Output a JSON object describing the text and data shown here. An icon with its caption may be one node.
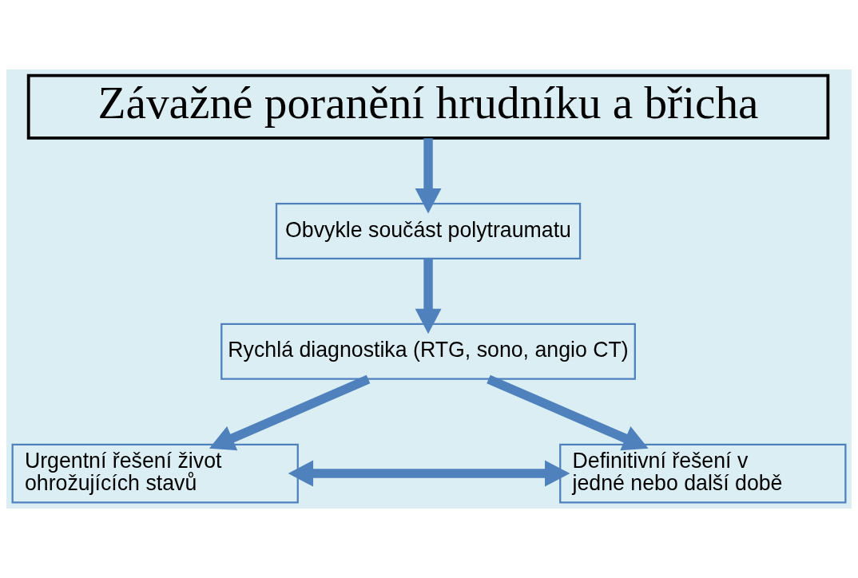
{
  "diagram": {
    "nodes": [
      {
        "text": [
          "Závažné poranění hrudníku a břicha"
        ]
      },
      {
        "text": [
          "Obvykle součást polytraumatu"
        ]
      },
      {
        "text": [
          "Rychlá diagnostika (RTG, sono, angio CT)"
        ]
      },
      {
        "text": [
          "Urgentní řešení život ohrožujících stavů"
        ]
      },
      {
        "text": [
          "Definitivní řešení v jedné nebo další době"
        ]
      }
    ],
    "edges": [
      {
        "from": 0,
        "to": 1,
        "arrow": "to"
      },
      {
        "from": 1,
        "to": 2,
        "arrow": "to"
      },
      {
        "from": 2,
        "to": 3,
        "arrow": "to"
      },
      {
        "from": 2,
        "to": 4,
        "arrow": "to"
      },
      {
        "from": 3,
        "to": 4,
        "arrow": "both"
      }
    ]
  }
}
